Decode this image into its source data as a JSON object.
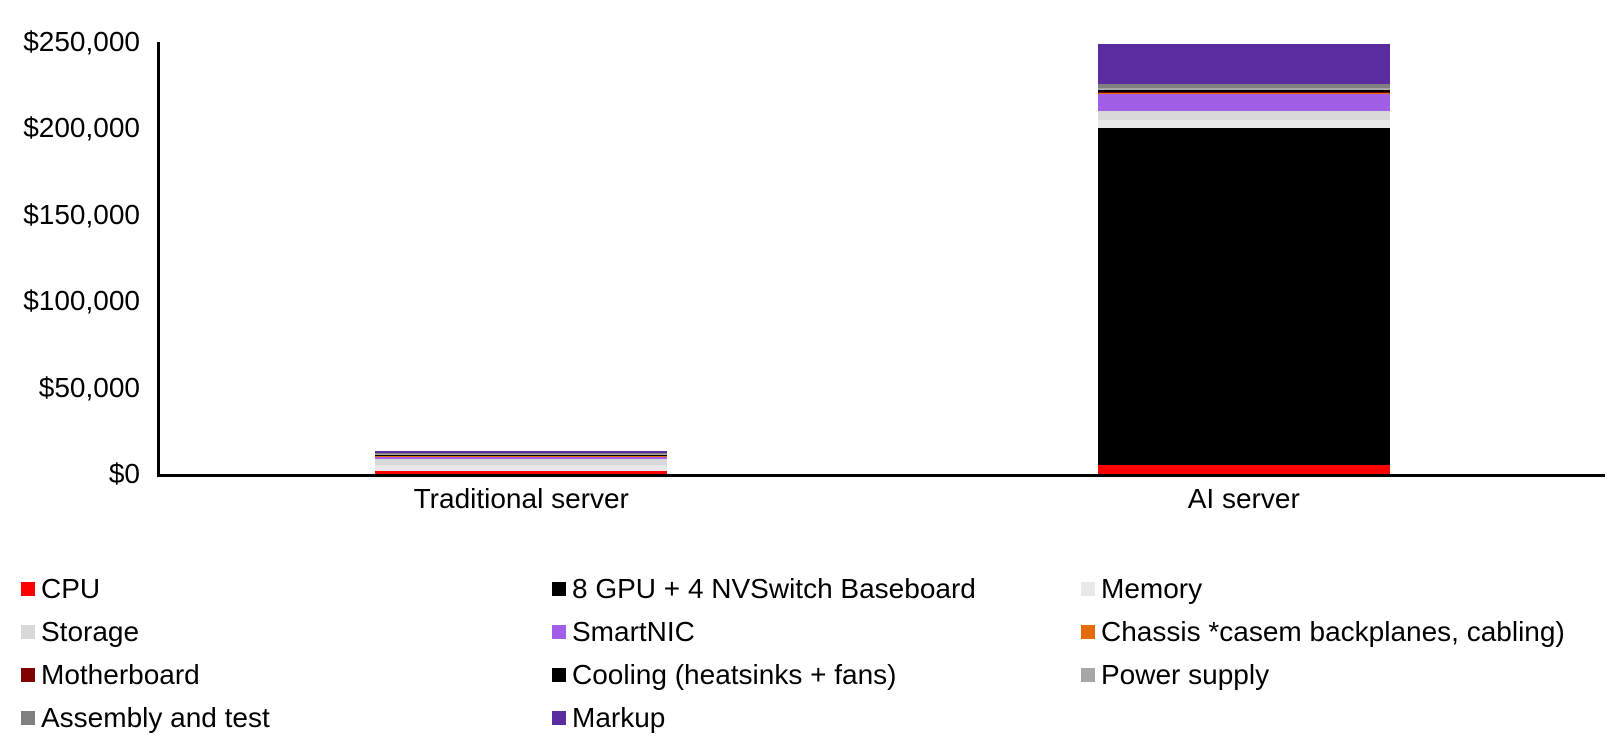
{
  "chart_data": {
    "type": "bar",
    "stacked": true,
    "title": "",
    "xlabel": "",
    "ylabel": "",
    "categories": [
      "Traditional server",
      "AI server"
    ],
    "series": [
      {
        "name": "CPU",
        "color": "#ff0000",
        "values": [
          1700,
          5000
        ]
      },
      {
        "name": "8 GPU + 4 NVSwitch Baseboard",
        "color": "#000000",
        "values": [
          0,
          195000
        ]
      },
      {
        "name": "Memory",
        "color": "#e8e8e8",
        "values": [
          3400,
          5000
        ]
      },
      {
        "name": "Storage",
        "color": "#d9d9d9",
        "values": [
          3500,
          5000
        ]
      },
      {
        "name": "SmartNIC",
        "color": "#a05fe6",
        "values": [
          1100,
          10000
        ]
      },
      {
        "name": "Chassis *casem backplanes, cabling)",
        "color": "#e36c09",
        "values": [
          500,
          600
        ]
      },
      {
        "name": "Motherboard",
        "color": "#7f0000",
        "values": [
          500,
          600
        ]
      },
      {
        "name": "Cooling (heatsinks + fans)",
        "color": "#000000",
        "values": [
          300,
          1000
        ]
      },
      {
        "name": "Power supply",
        "color": "#a6a6a6",
        "values": [
          500,
          1500
        ]
      },
      {
        "name": "Assembly and test",
        "color": "#808080",
        "values": [
          500,
          2000
        ]
      },
      {
        "name": "Markup",
        "color": "#5a2ca0",
        "values": [
          1100,
          23000
        ]
      }
    ],
    "ylim": [
      0,
      250000
    ],
    "y_tick_values": [
      0,
      50000,
      100000,
      150000,
      200000,
      250000
    ],
    "y_tick_labels": [
      "$0",
      "$50,000",
      "$100,000",
      "$150,000",
      "$200,000",
      "$250,000"
    ],
    "grid": false,
    "legend_position": "bottom",
    "axis_color": "#000000"
  }
}
